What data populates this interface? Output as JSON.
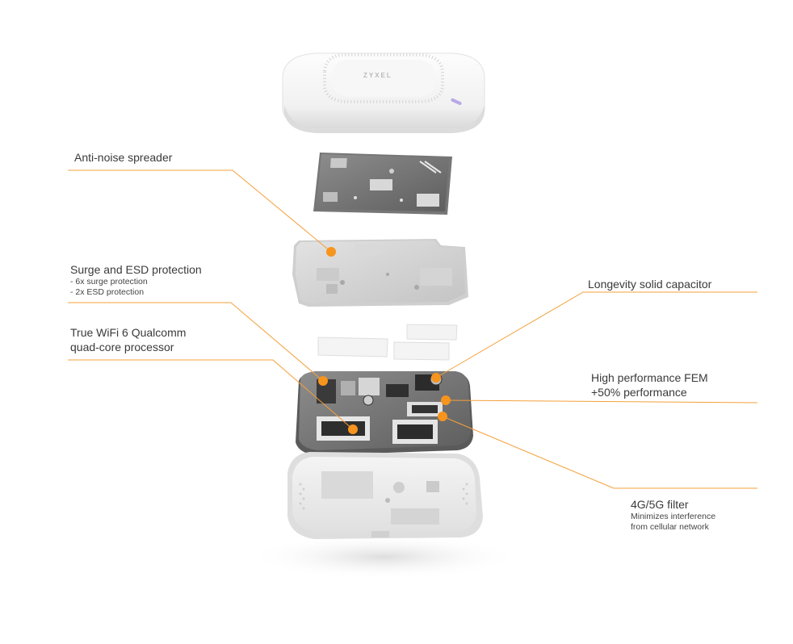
{
  "brand": {
    "logo_text": "ZYXEL"
  },
  "colors": {
    "accent": "#F7941D",
    "leader": "#F4A03A"
  },
  "callouts": [
    {
      "id": "anti-noise",
      "title": [
        "Anti-noise spreader"
      ],
      "details": []
    },
    {
      "id": "surge-esd",
      "title": [
        "Surge and ESD protection"
      ],
      "details": [
        "- 6x surge protection",
        "- 2x ESD protection"
      ]
    },
    {
      "id": "wifi6-processor",
      "title": [
        "True WiFi 6 Qualcomm",
        "quad-core processor"
      ],
      "details": []
    },
    {
      "id": "solid-capacitor",
      "title": [
        "Longevity solid capacitor"
      ],
      "details": []
    },
    {
      "id": "fem",
      "title": [
        "High performance FEM",
        "+50% performance"
      ],
      "details": []
    },
    {
      "id": "filter",
      "title": [
        "4G/5G filter"
      ],
      "details": [
        "Minimizes interference",
        "from cellular network"
      ]
    }
  ]
}
